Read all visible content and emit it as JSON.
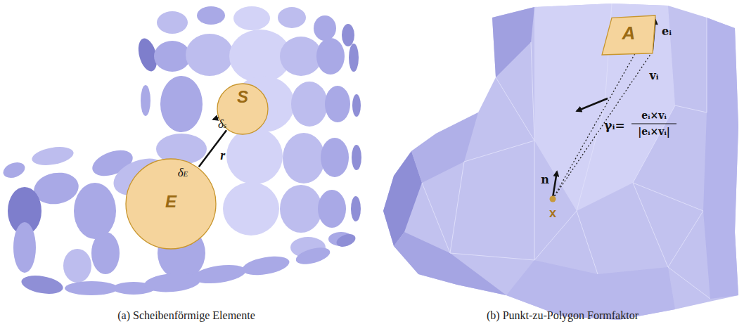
{
  "diagram": {
    "nodes": [
      {
        "text": [
          "S"
        ]
      },
      {
        "text": [
          "E"
        ]
      },
      {
        "text": [
          "A"
        ]
      }
    ],
    "edges": [
      {
        "from": 1,
        "to": 0,
        "label": "r",
        "arrow": "none"
      }
    ],
    "labels": [
      "δs",
      "δE",
      "eᵢ",
      "vᵢ",
      "γᵢ=",
      "eᵢ×vᵢ",
      "|eᵢ×vᵢ|",
      "n",
      "x",
      "(a) Scheibenförmige Elemente",
      "(b) Punkt-zu-Polygon Formfaktor"
    ]
  }
}
